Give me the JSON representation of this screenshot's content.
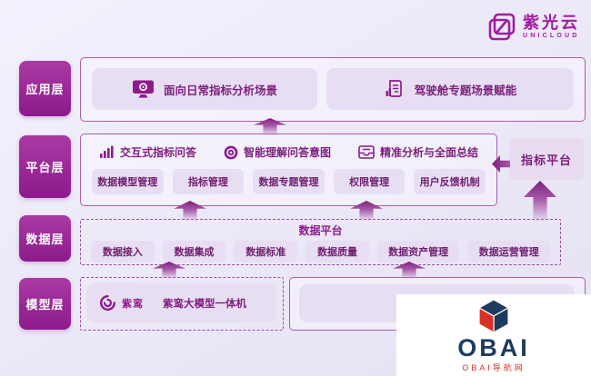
{
  "brand": {
    "name": "紫光云",
    "subtitle": "UNICLOUD",
    "logo_icon": "unicloud-frame-icon"
  },
  "layers": {
    "app": {
      "label": "应用层",
      "items": [
        {
          "label": "面向日常指标分析场景",
          "icon": "monitor-icon"
        },
        {
          "label": "驾驶舱专题场景赋能",
          "icon": "dashboard-report-icon"
        }
      ]
    },
    "platform": {
      "label": "平台层",
      "features": [
        {
          "label": "交互式指标问答",
          "icon": "bar-chart-icon"
        },
        {
          "label": "智能理解问答意图",
          "icon": "intent-icon"
        },
        {
          "label": "精准分析与全面总结",
          "icon": "inbox-icon"
        }
      ],
      "modules": [
        {
          "label": "数据模型管理"
        },
        {
          "label": "指标管理"
        },
        {
          "label": "数据专题管理"
        },
        {
          "label": "权限管理"
        },
        {
          "label": "用户反馈机制"
        }
      ]
    },
    "data": {
      "label": "数据层",
      "platform_label": "数据平台",
      "modules": [
        {
          "label": "数据接入"
        },
        {
          "label": "数据集成"
        },
        {
          "label": "数据标准"
        },
        {
          "label": "数据质量"
        },
        {
          "label": "数据资产管理"
        },
        {
          "label": "数据运营管理"
        }
      ]
    },
    "model": {
      "label": "模型层",
      "product_brand": "紫鸾",
      "product_label": "紫鸾大模型一体机",
      "product_icon": "swirl-icon"
    }
  },
  "side": {
    "indicator_platform": "指标平台"
  },
  "watermark": {
    "title": "OBAI",
    "subtitle": "OBAI导航网",
    "icon": "cube-icon"
  },
  "colors": {
    "primary_purple": "#8d1b8d",
    "brand_magenta": "#a21ca2",
    "panel_border": "#a75fa7",
    "card_fill": "#e8def3",
    "watermark_navy": "#1e3a5f",
    "watermark_red": "#d93025"
  }
}
